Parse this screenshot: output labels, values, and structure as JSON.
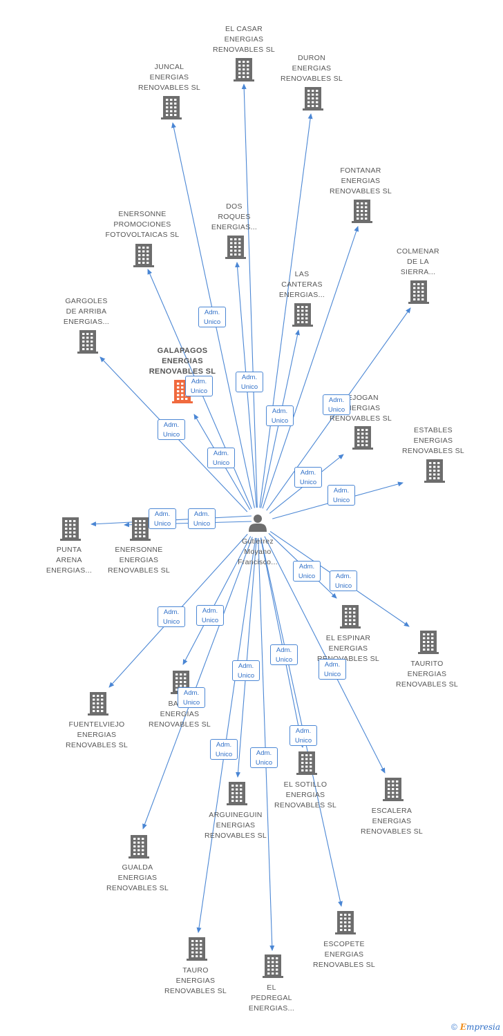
{
  "colors": {
    "edge": "#4a86d4",
    "building": "#6d6d6d",
    "main_building": "#f06a3e",
    "person": "#6d6d6d"
  },
  "center": {
    "label": "Gutierrez\nMoyano\nFrancisco..."
  },
  "relation_label": "Adm.\nUnico",
  "nodes": [
    {
      "id": "el-casar",
      "label": "EL CASAR\nENERGIAS\nRENOVABLES SL"
    },
    {
      "id": "duron",
      "label": "DURON\nENERGIAS\nRENOVABLES SL"
    },
    {
      "id": "juncal",
      "label": "JUNCAL\nENERGIAS\nRENOVABLES SL"
    },
    {
      "id": "fontanar",
      "label": "FONTANAR\nENERGIAS\nRENOVABLES SL"
    },
    {
      "id": "enersonne-promociones",
      "label": "ENERSONNE\nPROMOCIONES\nFOTOVOLTAICAS SL"
    },
    {
      "id": "dos-roques",
      "label": "DOS\nROQUES\nENERGIAS..."
    },
    {
      "id": "colmenar",
      "label": "COLMENAR\nDE LA\nSIERRA..."
    },
    {
      "id": "las-canteras",
      "label": "LAS\nCANTERAS\nENERGIAS..."
    },
    {
      "id": "gargoles",
      "label": "GARGOLES\nDE ARRIBA\nENERGIAS..."
    },
    {
      "id": "galapagos",
      "label": "GALAPAGOS\nENERGIAS\nRENOVABLES SL",
      "main": true
    },
    {
      "id": "tejogan",
      "label": "TEJOGAN\nENERGIAS\nRENOVABLES SL"
    },
    {
      "id": "estables",
      "label": "ESTABLES\nENERGIAS\nRENOVABLES SL"
    },
    {
      "id": "punta-arena",
      "label": "PUNTA\nARENA\nENERGIAS..."
    },
    {
      "id": "enersonne",
      "label": "ENERSONNE\nENERGIAS\nRENOVABLES SL"
    },
    {
      "id": "el-espinar",
      "label": "EL ESPINAR\nENERGIAS\nRENOVABLES SL"
    },
    {
      "id": "taurito",
      "label": "TAURITO\nENERGIAS\nRENOVABLES SL"
    },
    {
      "id": "fuentelviejo",
      "label": "FUENTELVIEJO\nENERGIAS\nRENOVABLES SL"
    },
    {
      "id": "bahia",
      "label": "BAHIA\nENERGIAS\nRENOVABLES SL"
    },
    {
      "id": "el-sotillo",
      "label": "EL SOTILLO\nENERGIAS\nRENOVABLES SL"
    },
    {
      "id": "escalera",
      "label": "ESCALERA\nENERGIAS\nRENOVABLES SL"
    },
    {
      "id": "arguineguin",
      "label": "ARGUINEGUIN\nENERGIAS\nRENOVABLES SL"
    },
    {
      "id": "gualda",
      "label": "GUALDA\nENERGIAS\nRENOVABLES SL"
    },
    {
      "id": "escopete",
      "label": "ESCOPETE\nENERGIAS\nRENOVABLES SL"
    },
    {
      "id": "tauro",
      "label": "TAURO\nENERGIAS\nRENOVABLES SL"
    },
    {
      "id": "el-pedregal",
      "label": "EL\nPEDREGAL\nENERGIAS..."
    }
  ],
  "footer": {
    "copyright": "©",
    "brand_first": "E",
    "brand_rest": "mpresia"
  }
}
